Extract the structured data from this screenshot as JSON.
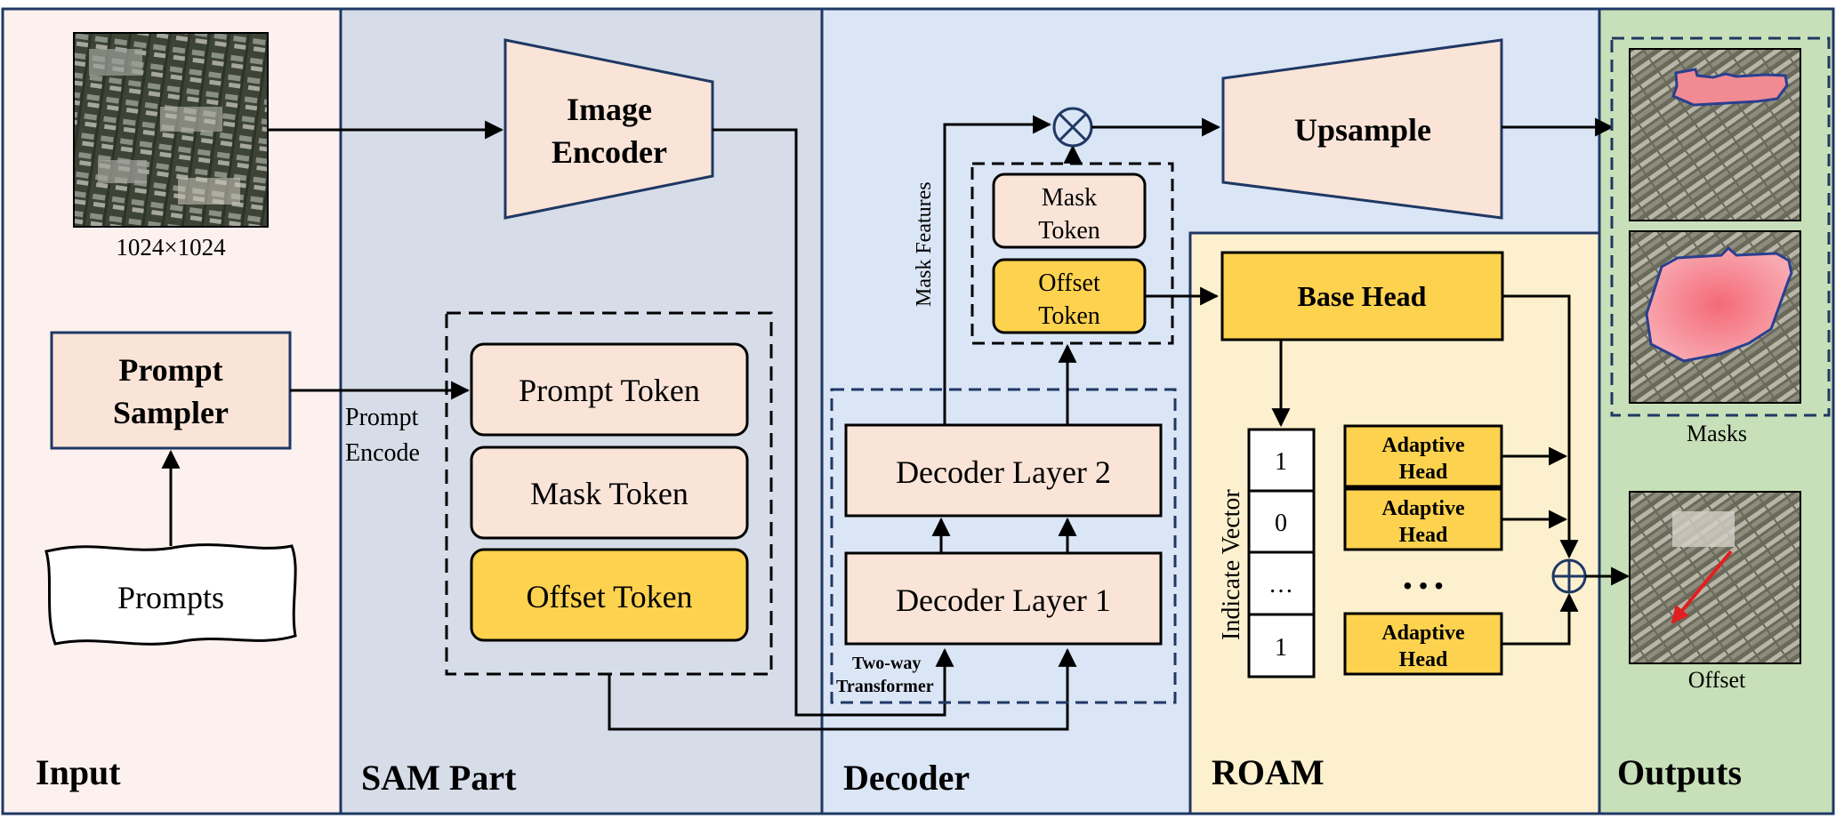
{
  "sections": {
    "input": "Input",
    "sam": "SAM Part",
    "decoder": "Decoder",
    "roam": "ROAM",
    "outputs": "Outputs"
  },
  "input": {
    "image_size": "1024×1024",
    "prompt_sampler_line1": "Prompt",
    "prompt_sampler_line2": "Sampler",
    "prompts": "Prompts",
    "prompt_encode_line1": "Prompt",
    "prompt_encode_line2": "Encode"
  },
  "sam": {
    "image_encoder_line1": "Image",
    "image_encoder_line2": "Encoder",
    "tokens": [
      "Prompt Token",
      "Mask Token",
      "Offset Token"
    ]
  },
  "decoder": {
    "layer1": "Decoder Layer 1",
    "layer2": "Decoder Layer 2",
    "two_way_line1": "Two-way",
    "two_way_line2": "Transformer",
    "mask_features": "Mask Features",
    "mask_token_line1": "Mask",
    "mask_token_line2": "Token",
    "offset_token_line1": "Offset",
    "offset_token_line2": "Token",
    "upsample": "Upsample",
    "multiply_symbol": "⊗"
  },
  "roam": {
    "base_head": "Base Head",
    "indicate_vector_label": "Indicate Vector",
    "indicate_vector": [
      "1",
      "0",
      "…",
      "1"
    ],
    "adaptive_head_line1": "Adaptive",
    "adaptive_head_line2": "Head",
    "ellipsis": "• • •",
    "sum_symbol": "⊕"
  },
  "outputs": {
    "masks": "Masks",
    "offset": "Offset"
  },
  "colors": {
    "input_bg": "#fdf1ef",
    "sam_bg": "#d6dde8",
    "decoder_bg": "#dae5f5",
    "roam_bg": "#fdf0cf",
    "outputs_bg": "#c8e0b9",
    "token_fill": "#fae4d8",
    "highlight_fill": "#fdd24e",
    "border": "#1f3864",
    "arrow": "#000000",
    "mask_fill": "#f28a93",
    "offset_arrow": "#e02020"
  }
}
